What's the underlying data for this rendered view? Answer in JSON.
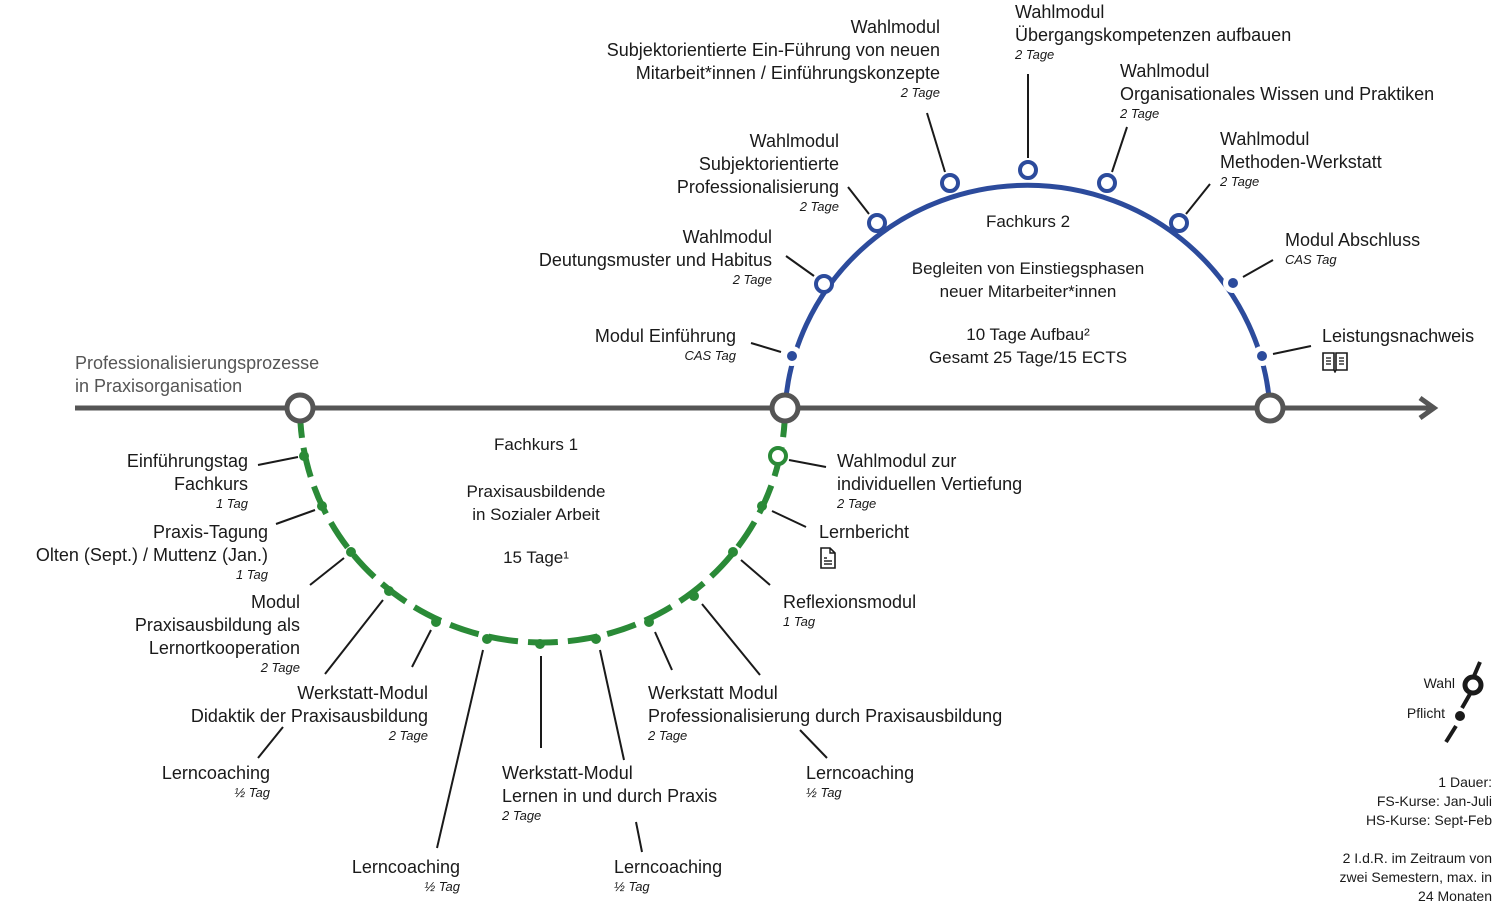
{
  "colors": {
    "timeline": "#555555",
    "fachkurs1": "#2a8a37",
    "fachkurs2": "#2c4b9c",
    "leader": "#1a1a1a"
  },
  "timeline": {
    "title_line1": "Professionalisierungsprozesse",
    "title_line2": "in Praxisorganisation"
  },
  "fachkurs1": {
    "title": "Fachkurs 1",
    "subtitle_line1": "Praxisausbildende",
    "subtitle_line2": "in Sozialer Arbeit",
    "duration": "15 Tage¹",
    "modules": [
      {
        "title_lines": [
          "Einführungstag",
          "Fachkurs"
        ],
        "duration": "1 Tag",
        "type": "pflicht"
      },
      {
        "title_lines": [
          "Praxis-Tagung",
          "Olten (Sept.) / Muttenz (Jan.)"
        ],
        "duration": "1 Tag",
        "type": "pflicht"
      },
      {
        "title_lines": [
          "Modul",
          "Praxisausbildung als",
          "Lernortkooperation"
        ],
        "duration": "2 Tage",
        "type": "pflicht"
      },
      {
        "title_lines": [
          "Werkstatt-Modul",
          "Didaktik der Praxisausbildung"
        ],
        "duration": "2 Tage",
        "type": "pflicht"
      },
      {
        "title_lines": [
          "Lerncoaching"
        ],
        "duration": "½ Tag",
        "type": "pflicht"
      },
      {
        "title_lines": [
          "Lerncoaching"
        ],
        "duration": "½ Tag",
        "type": "pflicht"
      },
      {
        "title_lines": [
          "Werkstatt-Modul",
          "Lernen in und durch Praxis"
        ],
        "duration": "2 Tage",
        "type": "pflicht"
      },
      {
        "title_lines": [
          "Lerncoaching"
        ],
        "duration": "½ Tag",
        "type": "pflicht"
      },
      {
        "title_lines": [
          "Werkstatt Modul",
          "Professionalisierung durch Praxisausbildung"
        ],
        "duration": "2 Tage",
        "type": "pflicht"
      },
      {
        "title_lines": [
          "Lerncoaching"
        ],
        "duration": "½ Tag",
        "type": "pflicht"
      },
      {
        "title_lines": [
          "Reflexionsmodul"
        ],
        "duration": "1 Tag",
        "type": "pflicht"
      },
      {
        "title_lines": [
          "Lernbericht"
        ],
        "duration": "",
        "icon": "document-icon",
        "type": "pflicht"
      },
      {
        "title_lines": [
          "Wahlmodul zur",
          "individuellen Vertiefung"
        ],
        "duration": "2 Tage",
        "type": "wahl"
      }
    ]
  },
  "fachkurs2": {
    "title": "Fachkurs 2",
    "subtitle_line1": "Begleiten von Einstiegsphasen",
    "subtitle_line2": "neuer Mitarbeiter*innen",
    "duration_line1": "10 Tage Aufbau²",
    "duration_line2": "Gesamt 25 Tage/15 ECTS",
    "modules": [
      {
        "title_lines": [
          "Modul Einführung"
        ],
        "duration": "CAS Tag",
        "type": "pflicht"
      },
      {
        "title_lines": [
          "Wahlmodul",
          "Deutungsmuster und Habitus"
        ],
        "duration": "2 Tage",
        "type": "wahl"
      },
      {
        "title_lines": [
          "Wahlmodul",
          "Subjektorientierte",
          "Professionalisierung"
        ],
        "duration": "2 Tage",
        "type": "wahl"
      },
      {
        "title_lines": [
          "Wahlmodul",
          "Subjektorientierte Ein-Führung von neuen",
          "Mitarbeit*innen / Einführungskonzepte"
        ],
        "duration": "2 Tage",
        "type": "wahl"
      },
      {
        "title_lines": [
          "Wahlmodul",
          "Übergangskompetenzen aufbauen"
        ],
        "duration": "2 Tage",
        "type": "wahl"
      },
      {
        "title_lines": [
          "Wahlmodul",
          "Organisationales Wissen und Praktiken"
        ],
        "duration": "2 Tage",
        "type": "wahl"
      },
      {
        "title_lines": [
          "Wahlmodul",
          "Methoden-Werkstatt"
        ],
        "duration": "2 Tage",
        "type": "wahl"
      },
      {
        "title_lines": [
          "Modul Abschluss"
        ],
        "duration": "CAS Tag",
        "type": "pflicht"
      },
      {
        "title_lines": [
          "Leistungsnachweis"
        ],
        "duration": "",
        "icon": "book-icon",
        "type": "pflicht"
      }
    ]
  },
  "legend": {
    "wahl": "Wahl",
    "pflicht": "Pflicht"
  },
  "footnotes": {
    "note1_lines": [
      "1 Dauer:",
      "FS-Kurse: Jan-Juli",
      "HS-Kurse: Sept-Feb"
    ],
    "note2_lines": [
      "2 I.d.R. im Zeitraum von",
      "zwei Semestern, max. in",
      "24 Monaten"
    ]
  }
}
